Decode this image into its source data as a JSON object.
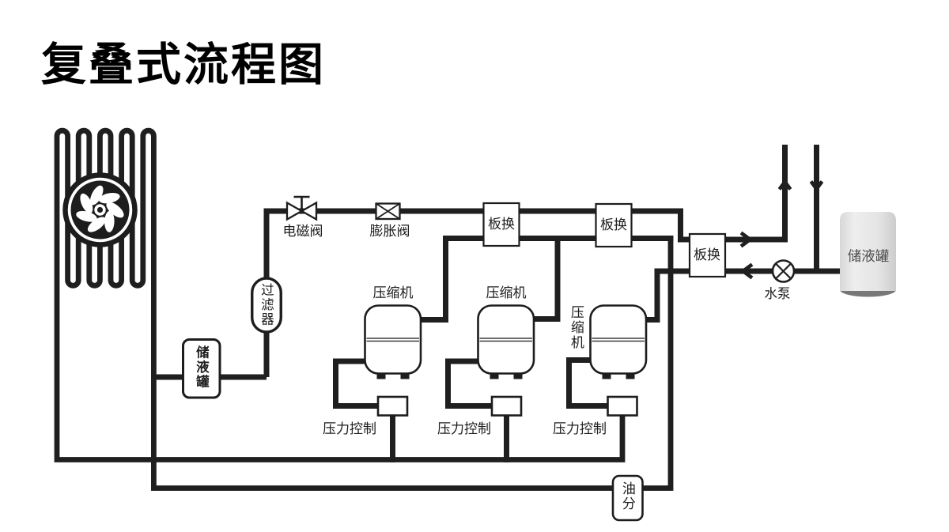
{
  "title": "复叠式流程图",
  "diagram_type": "refrigeration-cascade-flow-diagram",
  "colors": {
    "background": "#ffffff",
    "line": "#1f1f1f",
    "component_fill": "#ffffff",
    "tank_body": "#e3e3e3",
    "tank_bottom": "#787878",
    "tank_label": "#4c4c4c"
  },
  "labels": {
    "solenoid_valve": "电磁阀",
    "expansion_valve": "膨胀阀",
    "filter": "过滤器",
    "receiver_left": "储液罐",
    "plate_hx_1": "板换",
    "plate_hx_2": "板换",
    "plate_hx_3": "板换",
    "compressor_1": "压缩机",
    "compressor_2": "压缩机",
    "compressor_3": "压缩机",
    "pressure_control_1": "压力控制",
    "pressure_control_2": "压力控制",
    "pressure_control_3": "压力控制",
    "oil_separator": "油分",
    "water_pump": "水泵",
    "receiver_right": "储液罐"
  },
  "icons": [
    "fan-icon",
    "condenser-coil-icon",
    "solenoid-valve-icon",
    "expansion-valve-icon",
    "water-pump-icon",
    "flow-arrow-right",
    "flow-arrow-left",
    "flow-arrow-up",
    "flow-arrow-down"
  ]
}
